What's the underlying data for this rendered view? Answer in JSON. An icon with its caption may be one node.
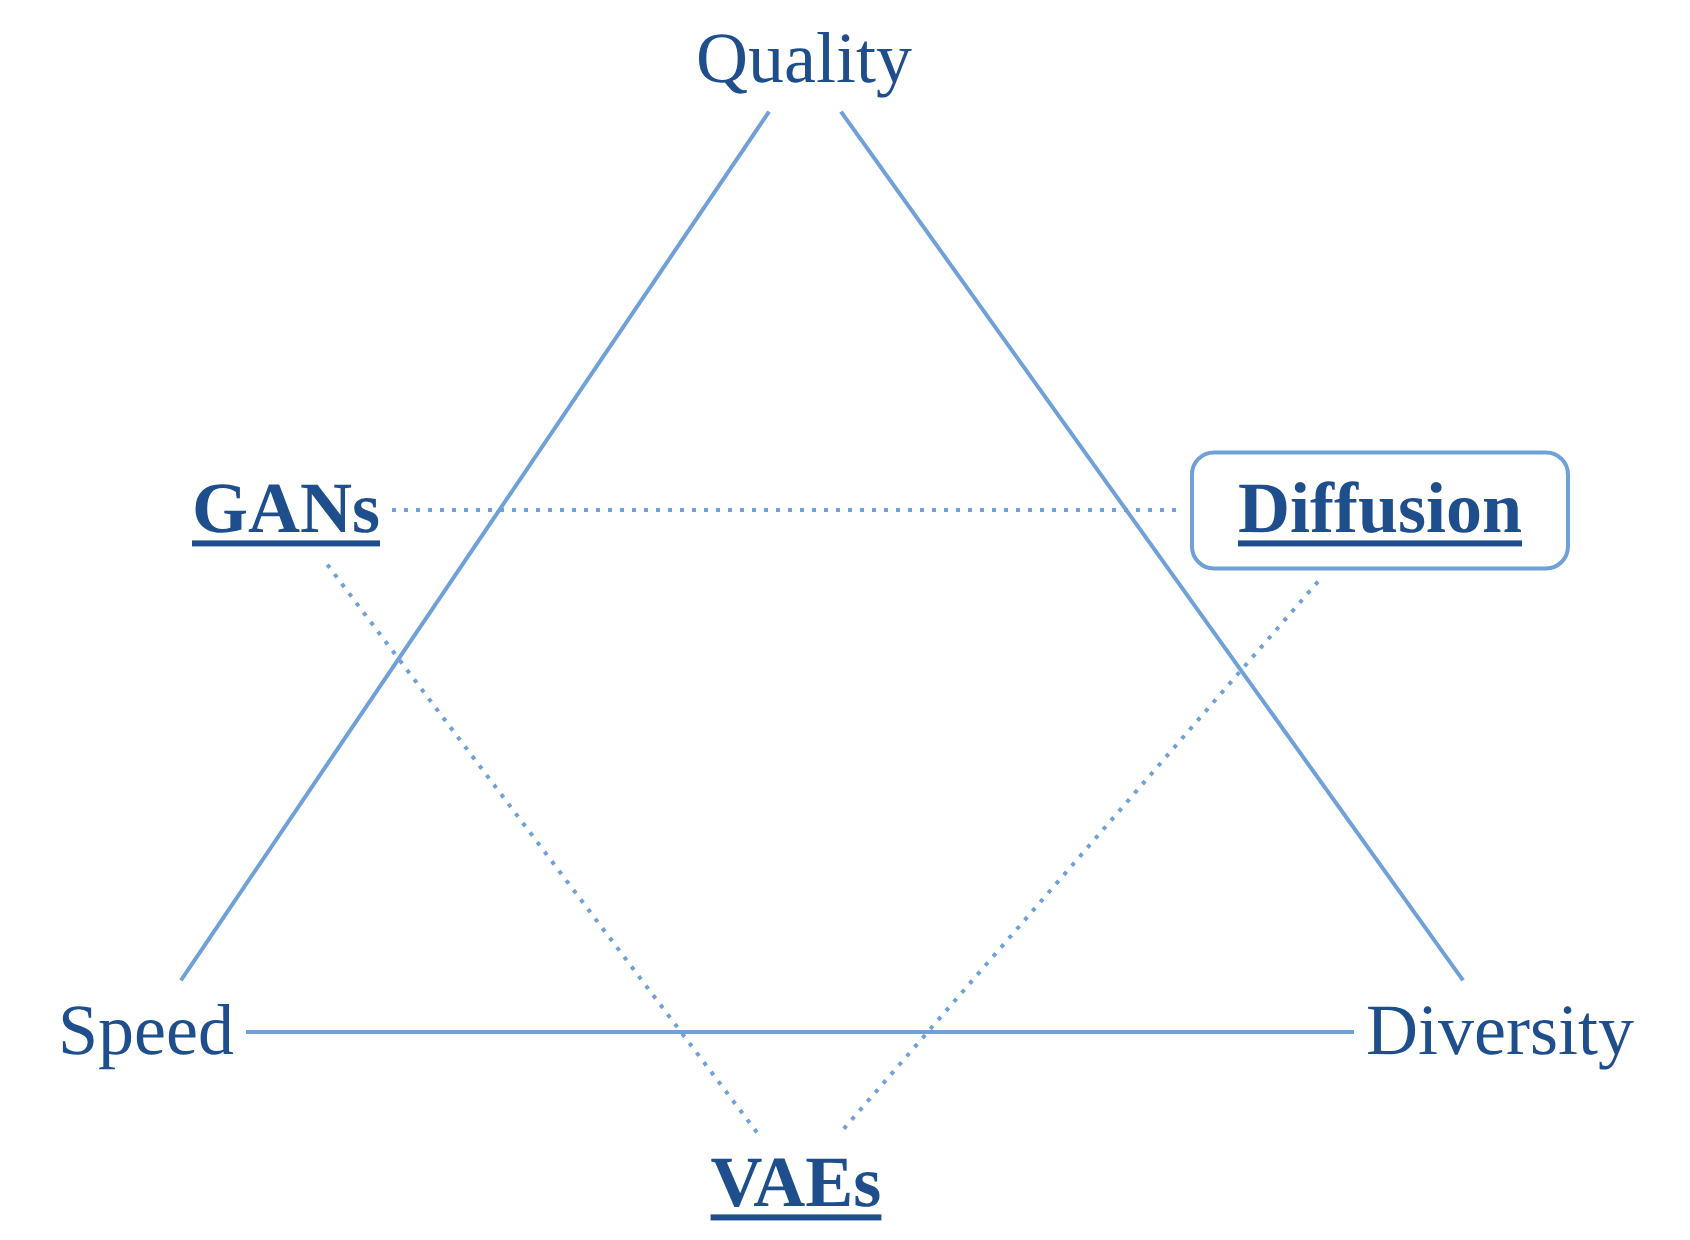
{
  "diagram": {
    "nodes": [
      {
        "text": [
          "Quality"
        ]
      },
      {
        "text": [
          "GANs"
        ]
      },
      {
        "text": [
          "Diffusion"
        ]
      },
      {
        "text": [
          "Speed"
        ]
      },
      {
        "text": [
          "Diversity"
        ]
      },
      {
        "text": [
          "VAEs"
        ]
      }
    ],
    "edges": [
      {
        "from": 0,
        "to": 3,
        "arrow": "none"
      },
      {
        "from": 3,
        "to": 4,
        "arrow": "none"
      },
      {
        "from": 4,
        "to": 0,
        "arrow": "none"
      },
      {
        "from": 1,
        "to": 2,
        "arrow": "none",
        "style": "dashed"
      },
      {
        "from": 2,
        "to": 5,
        "arrow": "none",
        "style": "dashed"
      },
      {
        "from": 5,
        "to": 1,
        "arrow": "none",
        "style": "dashed"
      }
    ]
  }
}
